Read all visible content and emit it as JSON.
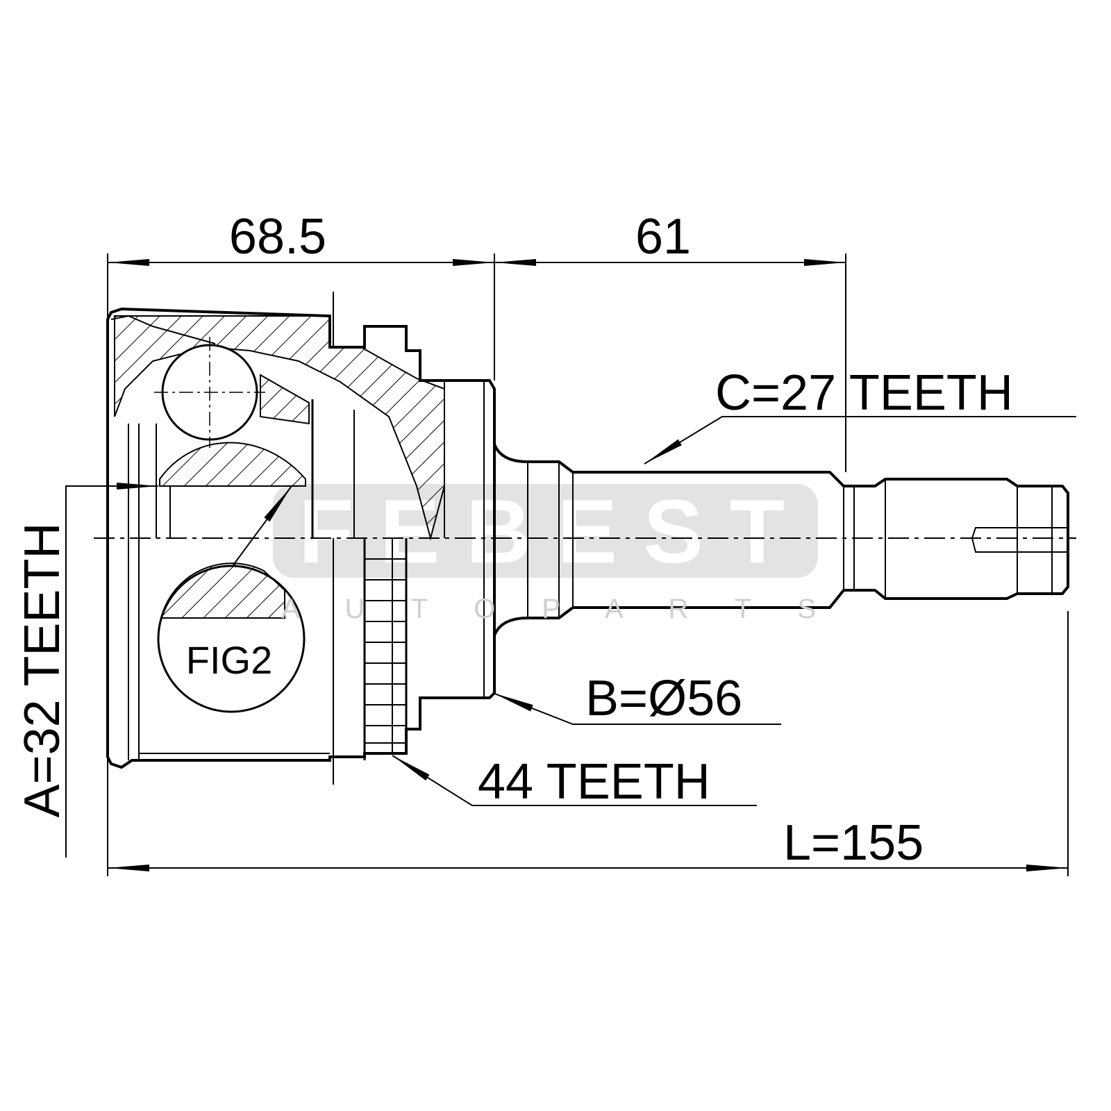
{
  "dimensions": {
    "housing_length": "68.5",
    "shaft_length": "61",
    "total_length": "L=155",
    "inner_spline": "A=32 TEETH",
    "outer_spline": "C=27 TEETH",
    "seal_diameter": "B=Ø56",
    "abs_ring": "44 TEETH"
  },
  "figure_label": "FIG2",
  "watermark": {
    "brand": "FEBEST",
    "tagline": "A U T O   P A R T S"
  },
  "colors": {
    "line": "#000000",
    "watermark_bg": "#e3e3e3"
  }
}
